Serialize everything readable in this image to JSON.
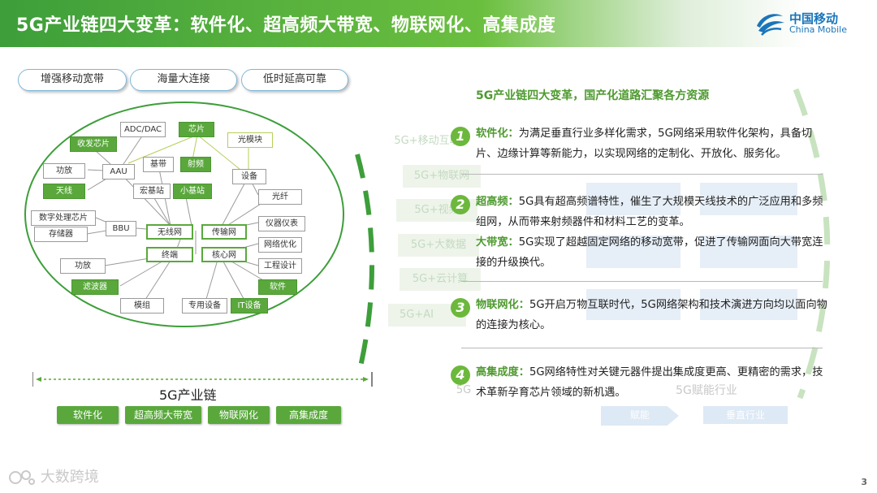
{
  "header": {
    "title": "5G产业链四大变革：软件化、超高频大带宽、物联网化、高集成度",
    "logo_cn": "中国移动",
    "logo_en": "China Mobile"
  },
  "pills": [
    "增强移动宽带",
    "海量大连接",
    "低时延高可靠"
  ],
  "diagram": {
    "nodes": {
      "adc": "ADC/DAC",
      "rx_chip": "收发芯片",
      "power_amp": "功放",
      "aau": "AAU",
      "antenna": "天线",
      "dsp_chip": "数字处理芯片",
      "memory": "存储器",
      "bbu": "BBU",
      "chip": "芯片",
      "baseband": "基带",
      "rf": "射频",
      "macro_bs": "宏基站",
      "small_bs": "小基站",
      "optical_module": "光模块",
      "equipment": "设备",
      "fiber": "光纤",
      "instrument": "仪器仪表",
      "net_opt": "网络优化",
      "eng_design": "工程设计",
      "software": "软件",
      "it_equip": "IT设备",
      "dedicated_equip": "专用设备",
      "module": "模组",
      "filter": "滤波器",
      "power_amp2": "功放",
      "wireless_net": "无线网",
      "transport_net": "传输网",
      "terminal": "终端",
      "core_net": "核心网"
    }
  },
  "chain": {
    "label": "5G产业链",
    "buttons": [
      "软件化",
      "超高频大带宽",
      "物联网化",
      "高集成度"
    ]
  },
  "ghost": {
    "items": [
      "5G+移动互联",
      "5G+物联网",
      "5G+视频",
      "5G+大数据",
      "5G+云计算",
      "5G+AI"
    ],
    "label_5g": "5G",
    "enable_label": "5G赋能行业",
    "arrow_left": "赋能",
    "arrow_right": "垂直行业"
  },
  "right": {
    "subtitle": "5G产业链四大变革，国产化道路汇聚各方资源",
    "items": [
      {
        "num": "1",
        "title": "软件化：",
        "text": "为满足垂直行业多样化需求，5G网络采用软件化架构，具备切片、边缘计算等新能力，以实现网络的定制化、开放化、服务化。"
      },
      {
        "num": "2",
        "title": "超高频：",
        "text": "5G具有超高频谱特性，催生了大规模天线技术的广泛应用和多频组网，从而带来射频器件和材料工艺的变革。"
      },
      {
        "num": "",
        "title": "大带宽：",
        "text": "5G实现了超越固定网络的移动宽带，促进了传输网面向大带宽连接的升级换代。"
      },
      {
        "num": "3",
        "title": "物联网化：",
        "text": "5G开启万物互联时代，5G网络架构和技术演进方向均以面向物的连接为核心。"
      },
      {
        "num": "4",
        "title": "高集成度：",
        "text": "5G网络特性对关键元器件提出集成度更高、更精密的需求，技术革新孕育芯片领域的新机遇。"
      }
    ]
  },
  "footer": {
    "watermark": "大数跨境",
    "page": "3"
  }
}
